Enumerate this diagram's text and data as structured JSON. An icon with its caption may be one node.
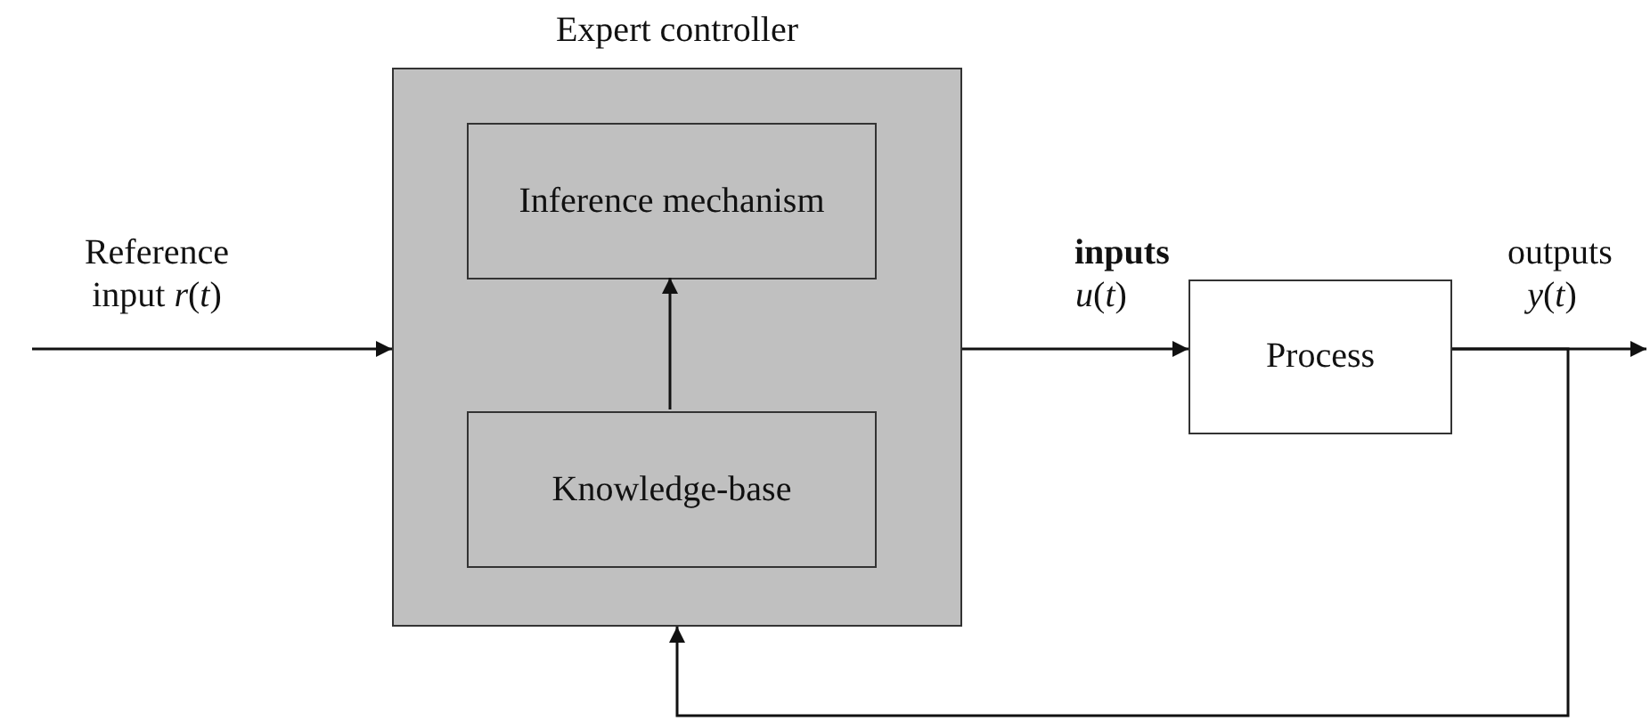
{
  "diagram": {
    "nodes": [
      {
        "text": [
          "Expert controller"
        ]
      },
      {
        "text": [
          "Inference mechanism"
        ],
        "in": 0
      },
      {
        "text": [
          "Knowledge-base"
        ],
        "in": 0
      },
      {
        "text": [
          "Process"
        ]
      }
    ],
    "edges": [
      {
        "from": null,
        "to": 0,
        "arrow": "to",
        "label": "Reference input *r*(*t*)"
      },
      {
        "from": 2,
        "to": 1,
        "arrow": "to"
      },
      {
        "from": 0,
        "to": 3,
        "arrow": "to",
        "label": "**inputs** *u*(*t*)"
      },
      {
        "from": 3,
        "to": null,
        "arrow": "to",
        "label": "outputs *y*(*t*)"
      },
      {
        "from": 3,
        "to": 0,
        "arrow": "to"
      }
    ]
  }
}
